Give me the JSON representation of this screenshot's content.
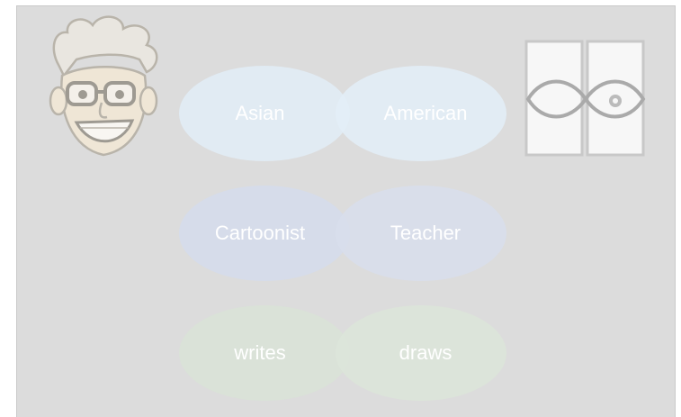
{
  "venn_rows": [
    {
      "left": "Asian",
      "right": "American"
    },
    {
      "left": "Cartoonist",
      "right": "Teacher"
    },
    {
      "left": "writes",
      "right": "draws"
    }
  ],
  "icons": {
    "portrait": "cartoon-face-with-glasses",
    "logo": "infinity-eye-logo"
  },
  "colors": {
    "background": "#dcdcdc",
    "row1": "#e1ecf4",
    "row2": "#d5dbea",
    "row3": "#d9e2d7",
    "text": "#ffffff"
  }
}
